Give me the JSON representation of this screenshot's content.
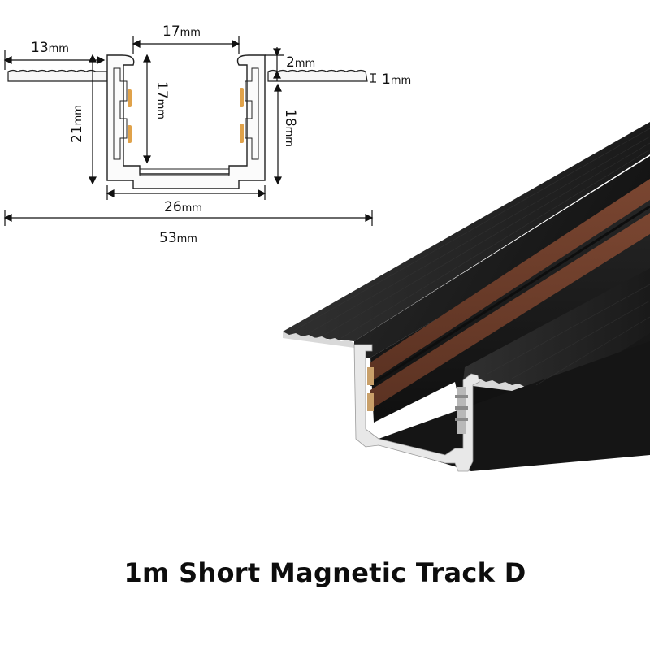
{
  "title": "1m Short Magnetic Track D",
  "dimensions": {
    "flange_width": {
      "value": "13",
      "unit": "mm"
    },
    "inner_top": {
      "value": "17",
      "unit": "mm"
    },
    "lip": {
      "value": "2",
      "unit": "mm"
    },
    "flange_thick": {
      "value": "1",
      "unit": "mm"
    },
    "total_height": {
      "value": "21",
      "unit": "mm"
    },
    "inner_height": {
      "value": "17",
      "unit": "mm"
    },
    "outer_height": {
      "value": "18",
      "unit": "mm"
    },
    "body_width": {
      "value": "26",
      "unit": "mm"
    },
    "total_width": {
      "value": "53",
      "unit": "mm"
    }
  },
  "colors": {
    "profile_black": "#1b1b1b",
    "copper_strip": "#6e3f2b",
    "aluminium": "#e8e8e8",
    "contact_gold": "#e0a24a"
  }
}
